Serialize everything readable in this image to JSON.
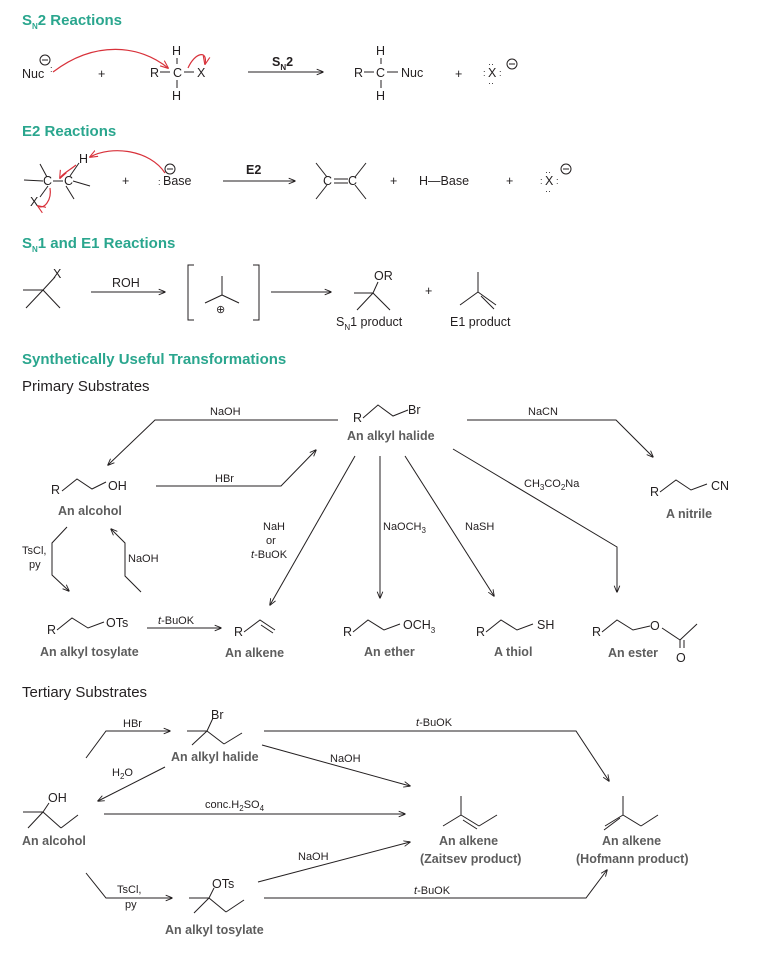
{
  "sections": {
    "sn2": {
      "title_main": "S",
      "title_sub": "N",
      "title_rest": "2 Reactions"
    },
    "e2": {
      "title": "E2 Reactions"
    },
    "sn1e1": {
      "title_main": "S",
      "title_sub": "N",
      "title_rest": "1 and E1 Reactions"
    },
    "synth": {
      "title": "Synthetically Useful Transformations"
    },
    "primary": {
      "title": "Primary Substrates"
    },
    "tertiary": {
      "title": "Tertiary Substrates"
    }
  },
  "sn2": {
    "nuc": "Nuc",
    "plus1": "+",
    "h": "H",
    "r": "R",
    "c": "C",
    "x": "X",
    "arrow_main": "S",
    "arrow_sub": "N",
    "arrow_rest": "2",
    "prod_nuc": "Nuc",
    "plus2": "+",
    "leaving": "X"
  },
  "e2": {
    "h": "H",
    "c": "C",
    "x": "X",
    "plus1": "+",
    "base": "Base",
    "arrow_label": "E2",
    "plus2": "+",
    "hbase": "H—Base",
    "plus3": "+",
    "leaving": "X"
  },
  "sn1e1": {
    "x": "X",
    "reagent": "ROH",
    "oplus": "⊕",
    "or": "OR",
    "plus": "+",
    "sn1_product_main": "S",
    "sn1_product_sub": "N",
    "sn1_product_rest": "1 product",
    "e1_product": "E1 product"
  },
  "primary": {
    "alkyl_halide_r": "R",
    "alkyl_halide_br": "Br",
    "alkyl_halide_label": "An alkyl halide",
    "naoh_top": "NaOH",
    "nacn": "NaCN",
    "alcohol_r": "R",
    "alcohol_oh": "OH",
    "alcohol_label": "An alcohol",
    "hbr": "HBr",
    "nitrile_r": "R",
    "nitrile_cn": "CN",
    "nitrile_label": "A nitrile",
    "ch3co2na_a": "CH",
    "ch3co2na_b": "3",
    "ch3co2na_c": "CO",
    "ch3co2na_d": "2",
    "ch3co2na_e": "Na",
    "nah": "NaH",
    "or": "or",
    "tbuok_a": "t",
    "tbuok_b": "-BuOK",
    "naoch3_a": "NaOCH",
    "naoch3_b": "3",
    "nash": "NaSH",
    "tscl": "TsCl,",
    "py": "py",
    "naoh_side": "NaOH",
    "tosylate_r": "R",
    "tosylate_ots": "OTs",
    "tosylate_label": "An alkyl tosylate",
    "tbuok2_a": "t",
    "tbuok2_b": "-BuOK",
    "alkene_r": "R",
    "alkene_label": "An alkene",
    "ether_r": "R",
    "ether_och3_a": "OCH",
    "ether_och3_b": "3",
    "ether_label": "An ether",
    "thiol_r": "R",
    "thiol_sh": "SH",
    "thiol_label": "A thiol",
    "ester_r": "R",
    "ester_o1": "O",
    "ester_o2": "O",
    "ester_label": "An ester"
  },
  "tertiary": {
    "hbr": "HBr",
    "br": "Br",
    "alkyl_halide_label": "An alkyl halide",
    "tbuok_top_a": "t",
    "tbuok_top_b": "-BuOK",
    "h2o_a": "H",
    "h2o_b": "2",
    "h2o_c": "O",
    "naoh1": "NaOH",
    "oh": "OH",
    "alcohol_label": "An alcohol",
    "conc_a": "conc.H",
    "conc_b": "2",
    "conc_c": "SO",
    "conc_d": "4",
    "zaitsev_l1": "An alkene",
    "zaitsev_l2": "(Zaitsev product)",
    "hofmann_l1": "An alkene",
    "hofmann_l2": "(Hofmann product)",
    "naoh2": "NaOH",
    "tscl": "TsCl,",
    "py": "py",
    "ots": "OTs",
    "tosylate_label": "An alkyl tosylate",
    "tbuok_bot_a": "t",
    "tbuok_bot_b": "-BuOK"
  }
}
